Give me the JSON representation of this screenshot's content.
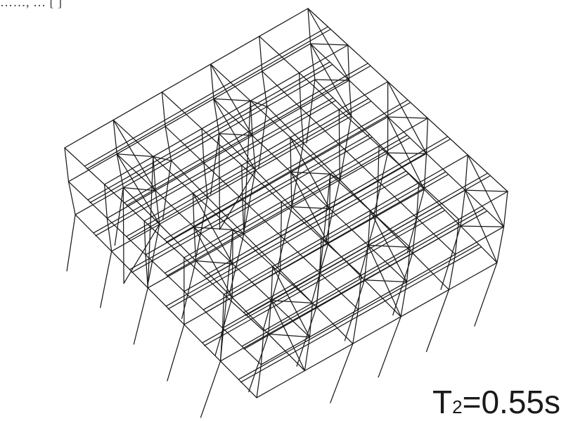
{
  "figure": {
    "crop_caption": "……, … [ ]",
    "period": {
      "symbol": "T",
      "subscript": "2",
      "value": "=0.55s"
    }
  },
  "colors": {
    "background": "#ffffff",
    "frame_lines": "#1a1a1a"
  }
}
